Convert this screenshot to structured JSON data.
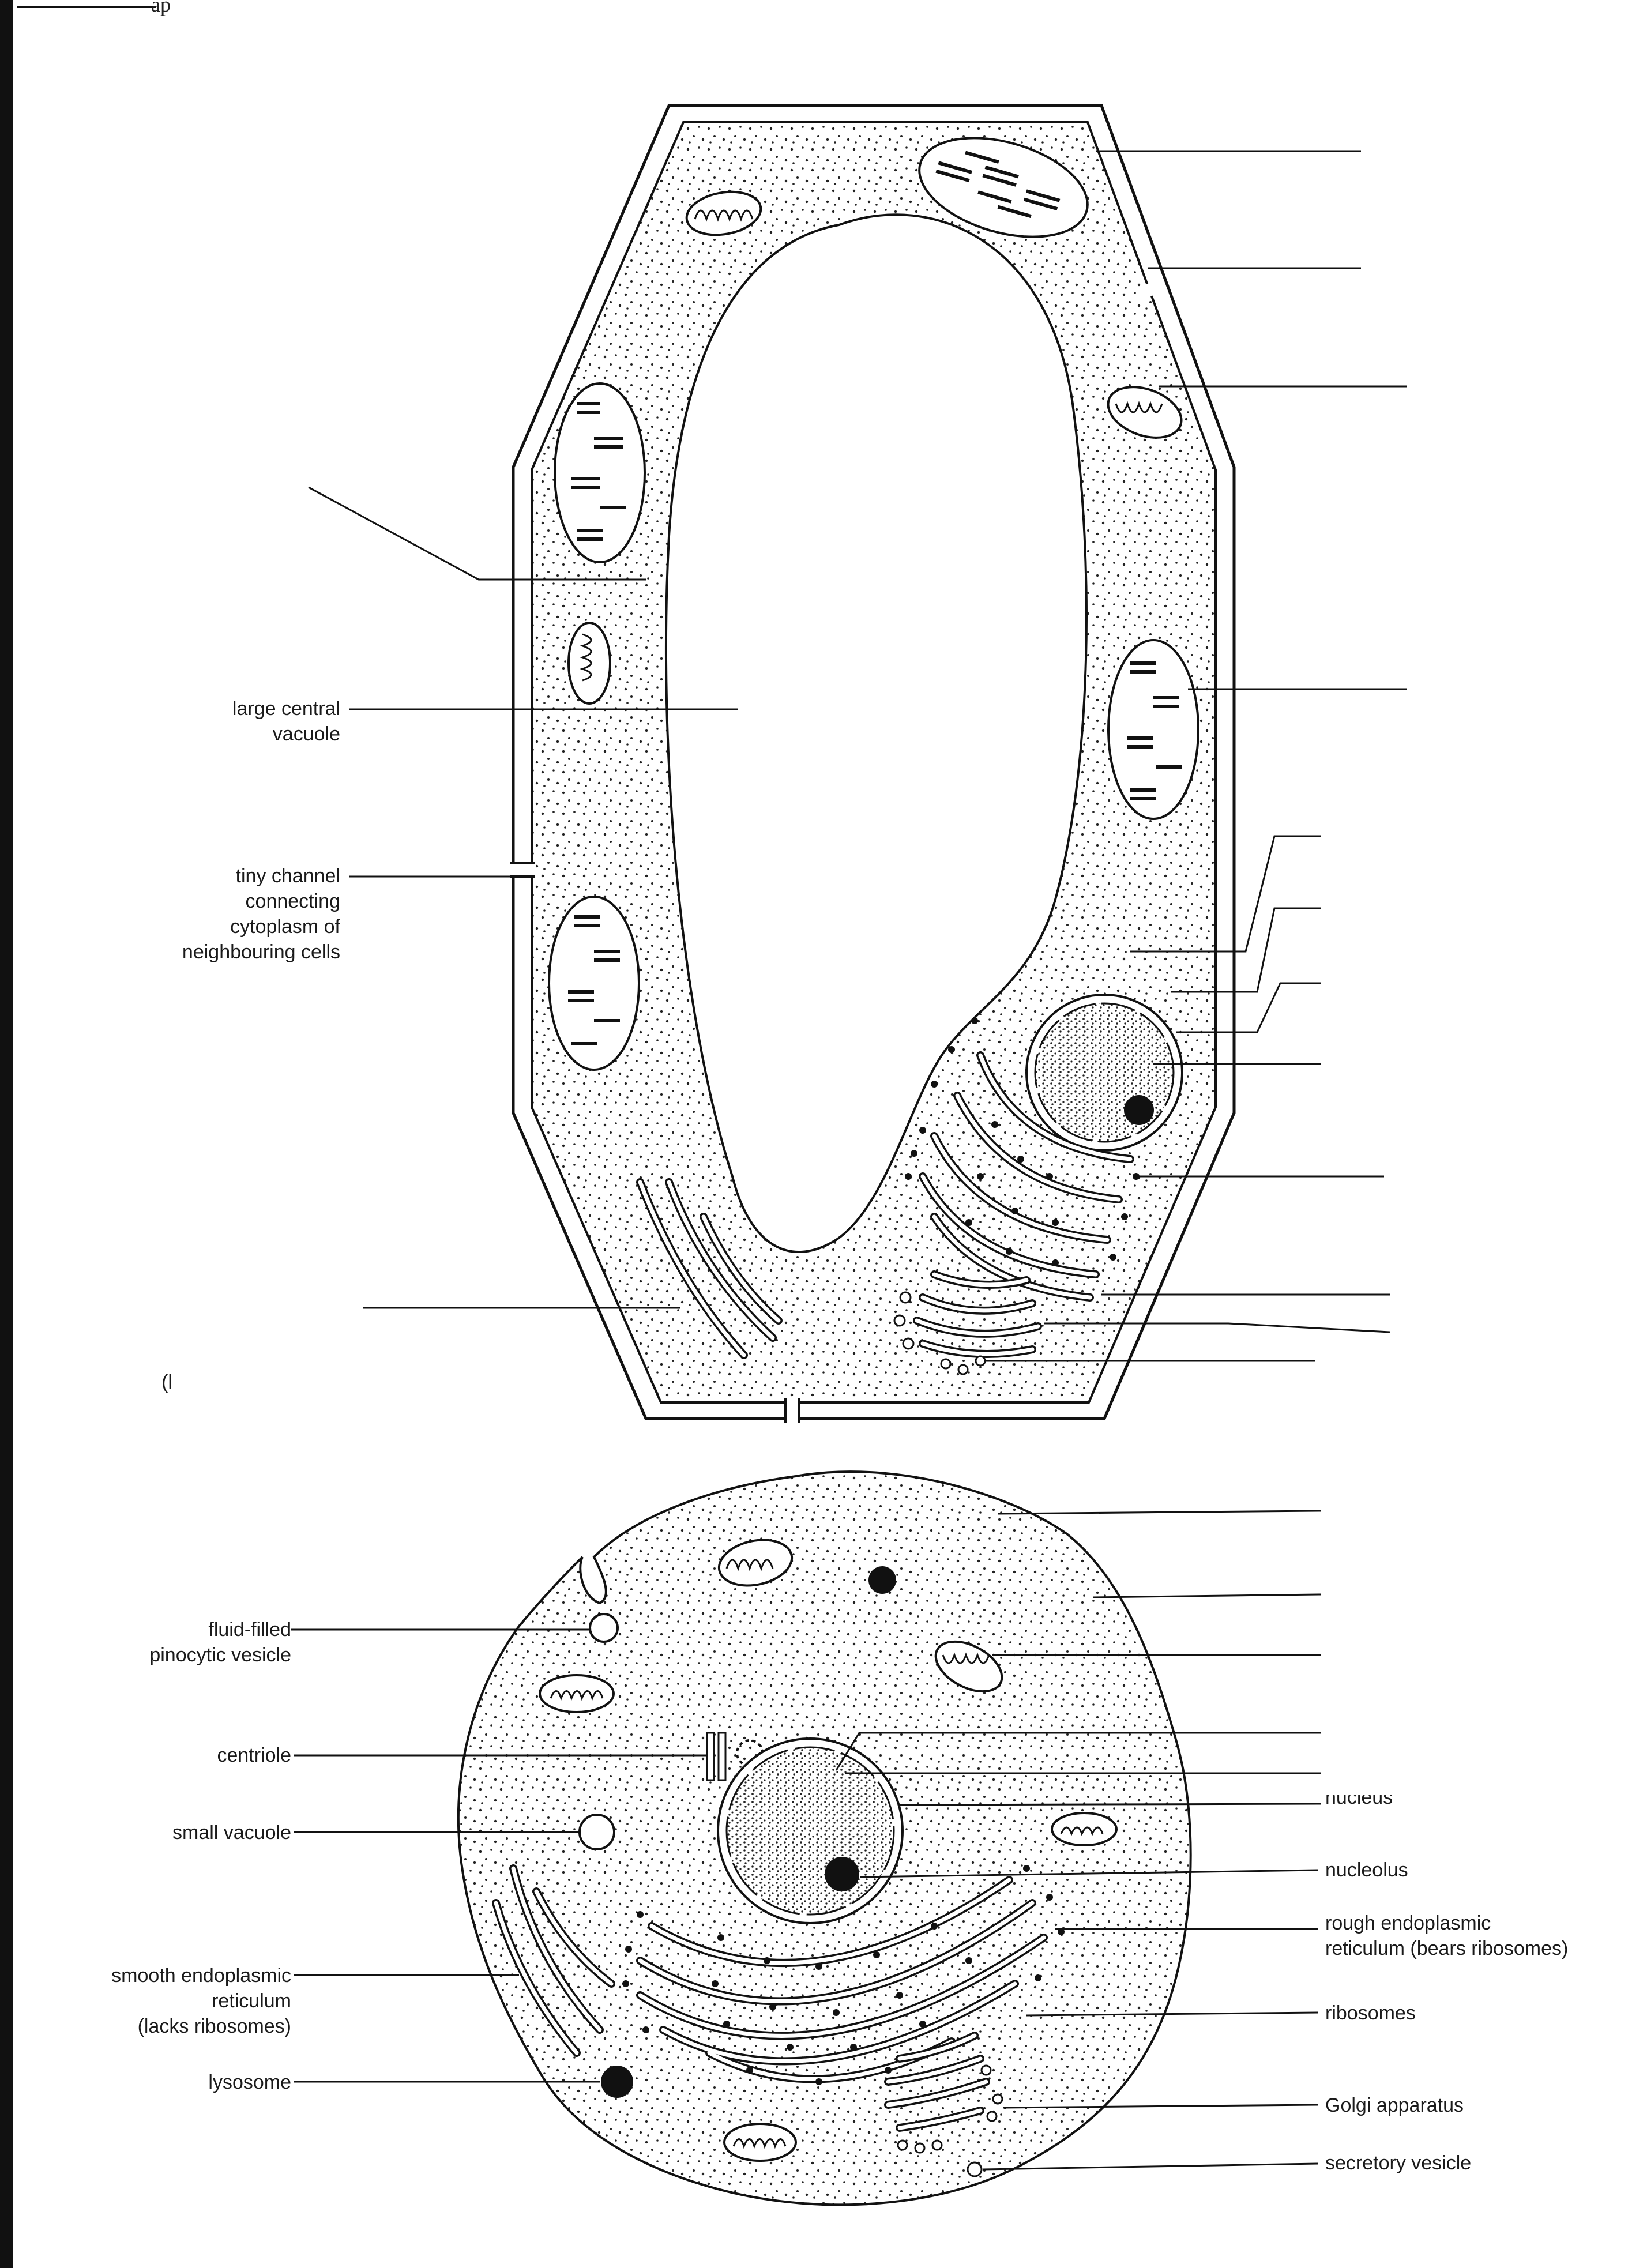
{
  "scan_marks": {
    "top_left": "ap",
    "side_mark": "(l"
  },
  "plant_cell": {
    "labels": {
      "large_central_vacuole_line1": "large central",
      "large_central_vacuole_line2": "vacuole",
      "channel_line1": "tiny channel",
      "channel_line2": "connecting",
      "channel_line3": "cytoplasm of",
      "channel_line4": "neighbouring cells"
    }
  },
  "animal_cell": {
    "labels": {
      "pinocytic_line1": "fluid-filled",
      "pinocytic_line2": "pinocytic vesicle",
      "centriole": "centriole",
      "small_vacuole": "small vacuole",
      "ser_line1": "smooth endoplasmic",
      "ser_line2": "reticulum",
      "ser_line3": "(lacks ribosomes)",
      "lysosome": "lysosome",
      "nucleus_partial": "nucleus",
      "nucleolus": "nucleolus",
      "rer_line1": "rough endoplasmic",
      "rer_line2": "reticulum (bears ribosomes)",
      "ribosomes": "ribosomes",
      "golgi": "Golgi apparatus",
      "secretory_vesicle": "secretory vesicle"
    }
  }
}
